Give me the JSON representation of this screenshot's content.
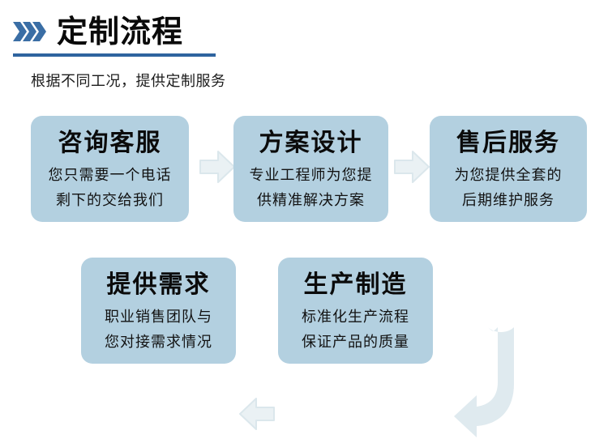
{
  "header": {
    "icon": "triple-chevron-right-icon",
    "title": "定制流程",
    "subtitle": "根据不同工况，提供定制服务",
    "rule_color": "#2f649f",
    "accent_color": "#3a6ea5"
  },
  "theme": {
    "card_bg": "#b3d0e0",
    "arrow_fill": "#e4edf0",
    "arrow_stroke": "#d2e1e8",
    "curve_arrow_fill": "#dde9ee",
    "text_color": "#111111",
    "page_bg": "#ffffff"
  },
  "flow": {
    "cards": [
      {
        "id": "card-1",
        "name": "consult-service",
        "title": "咨询客服",
        "lines": [
          "您只需要一个电话",
          "剩下的交给我们"
        ]
      },
      {
        "id": "card-2",
        "name": "solution-design",
        "title": "方案设计",
        "lines": [
          "专业工程师为您提",
          "供精准解决方案"
        ]
      },
      {
        "id": "card-3",
        "name": "after-sales-service",
        "title": "售后服务",
        "lines": [
          "为您提供全套的",
          "后期维护服务"
        ]
      },
      {
        "id": "card-4",
        "name": "provide-requirements",
        "title": "提供需求",
        "lines": [
          "职业销售团队与",
          "您对接需求情况"
        ]
      },
      {
        "id": "card-5",
        "name": "production-manufacturing",
        "title": "生产制造",
        "lines": [
          "标准化生产流程",
          "保证产品的质量"
        ]
      }
    ],
    "arrows": [
      {
        "id": "arrow-1",
        "name": "arrow-right-icon",
        "direction": "right"
      },
      {
        "id": "arrow-2",
        "name": "arrow-right-icon",
        "direction": "right"
      },
      {
        "id": "arrow-3",
        "name": "arrow-left-icon",
        "direction": "left"
      },
      {
        "id": "arrow-curve",
        "name": "arrow-uturn-down-left-icon",
        "direction": "u-turn-down-left"
      }
    ]
  }
}
